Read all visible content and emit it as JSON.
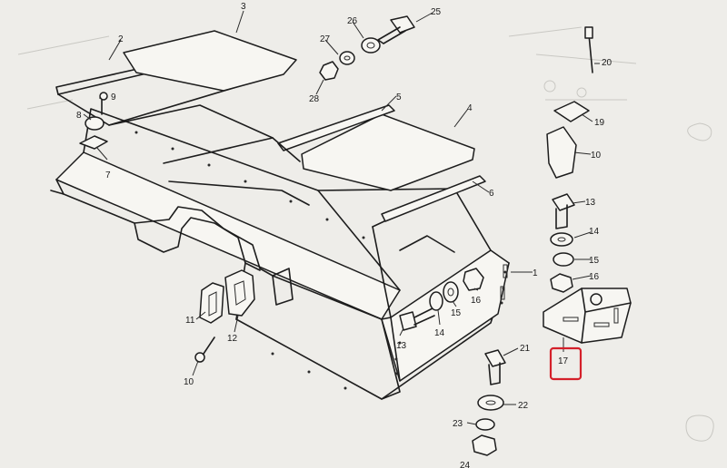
{
  "parts": [
    {
      "id": "1",
      "label": "1"
    },
    {
      "id": "2",
      "label": "2"
    },
    {
      "id": "3",
      "label": "3"
    },
    {
      "id": "4",
      "label": "4"
    },
    {
      "id": "5",
      "label": "5"
    },
    {
      "id": "6",
      "label": "6"
    },
    {
      "id": "7",
      "label": "7"
    },
    {
      "id": "8",
      "label": "8"
    },
    {
      "id": "9",
      "label": "9"
    },
    {
      "id": "10a",
      "label": "10"
    },
    {
      "id": "10b",
      "label": "10"
    },
    {
      "id": "11",
      "label": "11"
    },
    {
      "id": "12",
      "label": "12"
    },
    {
      "id": "13a",
      "label": "13"
    },
    {
      "id": "13b",
      "label": "13"
    },
    {
      "id": "14a",
      "label": "14"
    },
    {
      "id": "14b",
      "label": "14"
    },
    {
      "id": "15a",
      "label": "15"
    },
    {
      "id": "15b",
      "label": "15"
    },
    {
      "id": "16a",
      "label": "16"
    },
    {
      "id": "16b",
      "label": "16"
    },
    {
      "id": "17",
      "label": "17"
    },
    {
      "id": "19",
      "label": "19"
    },
    {
      "id": "20",
      "label": "20"
    },
    {
      "id": "21",
      "label": "21"
    },
    {
      "id": "22",
      "label": "22"
    },
    {
      "id": "23",
      "label": "23"
    },
    {
      "id": "24",
      "label": "24"
    },
    {
      "id": "25",
      "label": "25"
    },
    {
      "id": "26",
      "label": "26"
    },
    {
      "id": "27",
      "label": "27"
    },
    {
      "id": "28",
      "label": "28"
    }
  ],
  "highlight": {
    "part": "17",
    "color": "#d4202a"
  }
}
